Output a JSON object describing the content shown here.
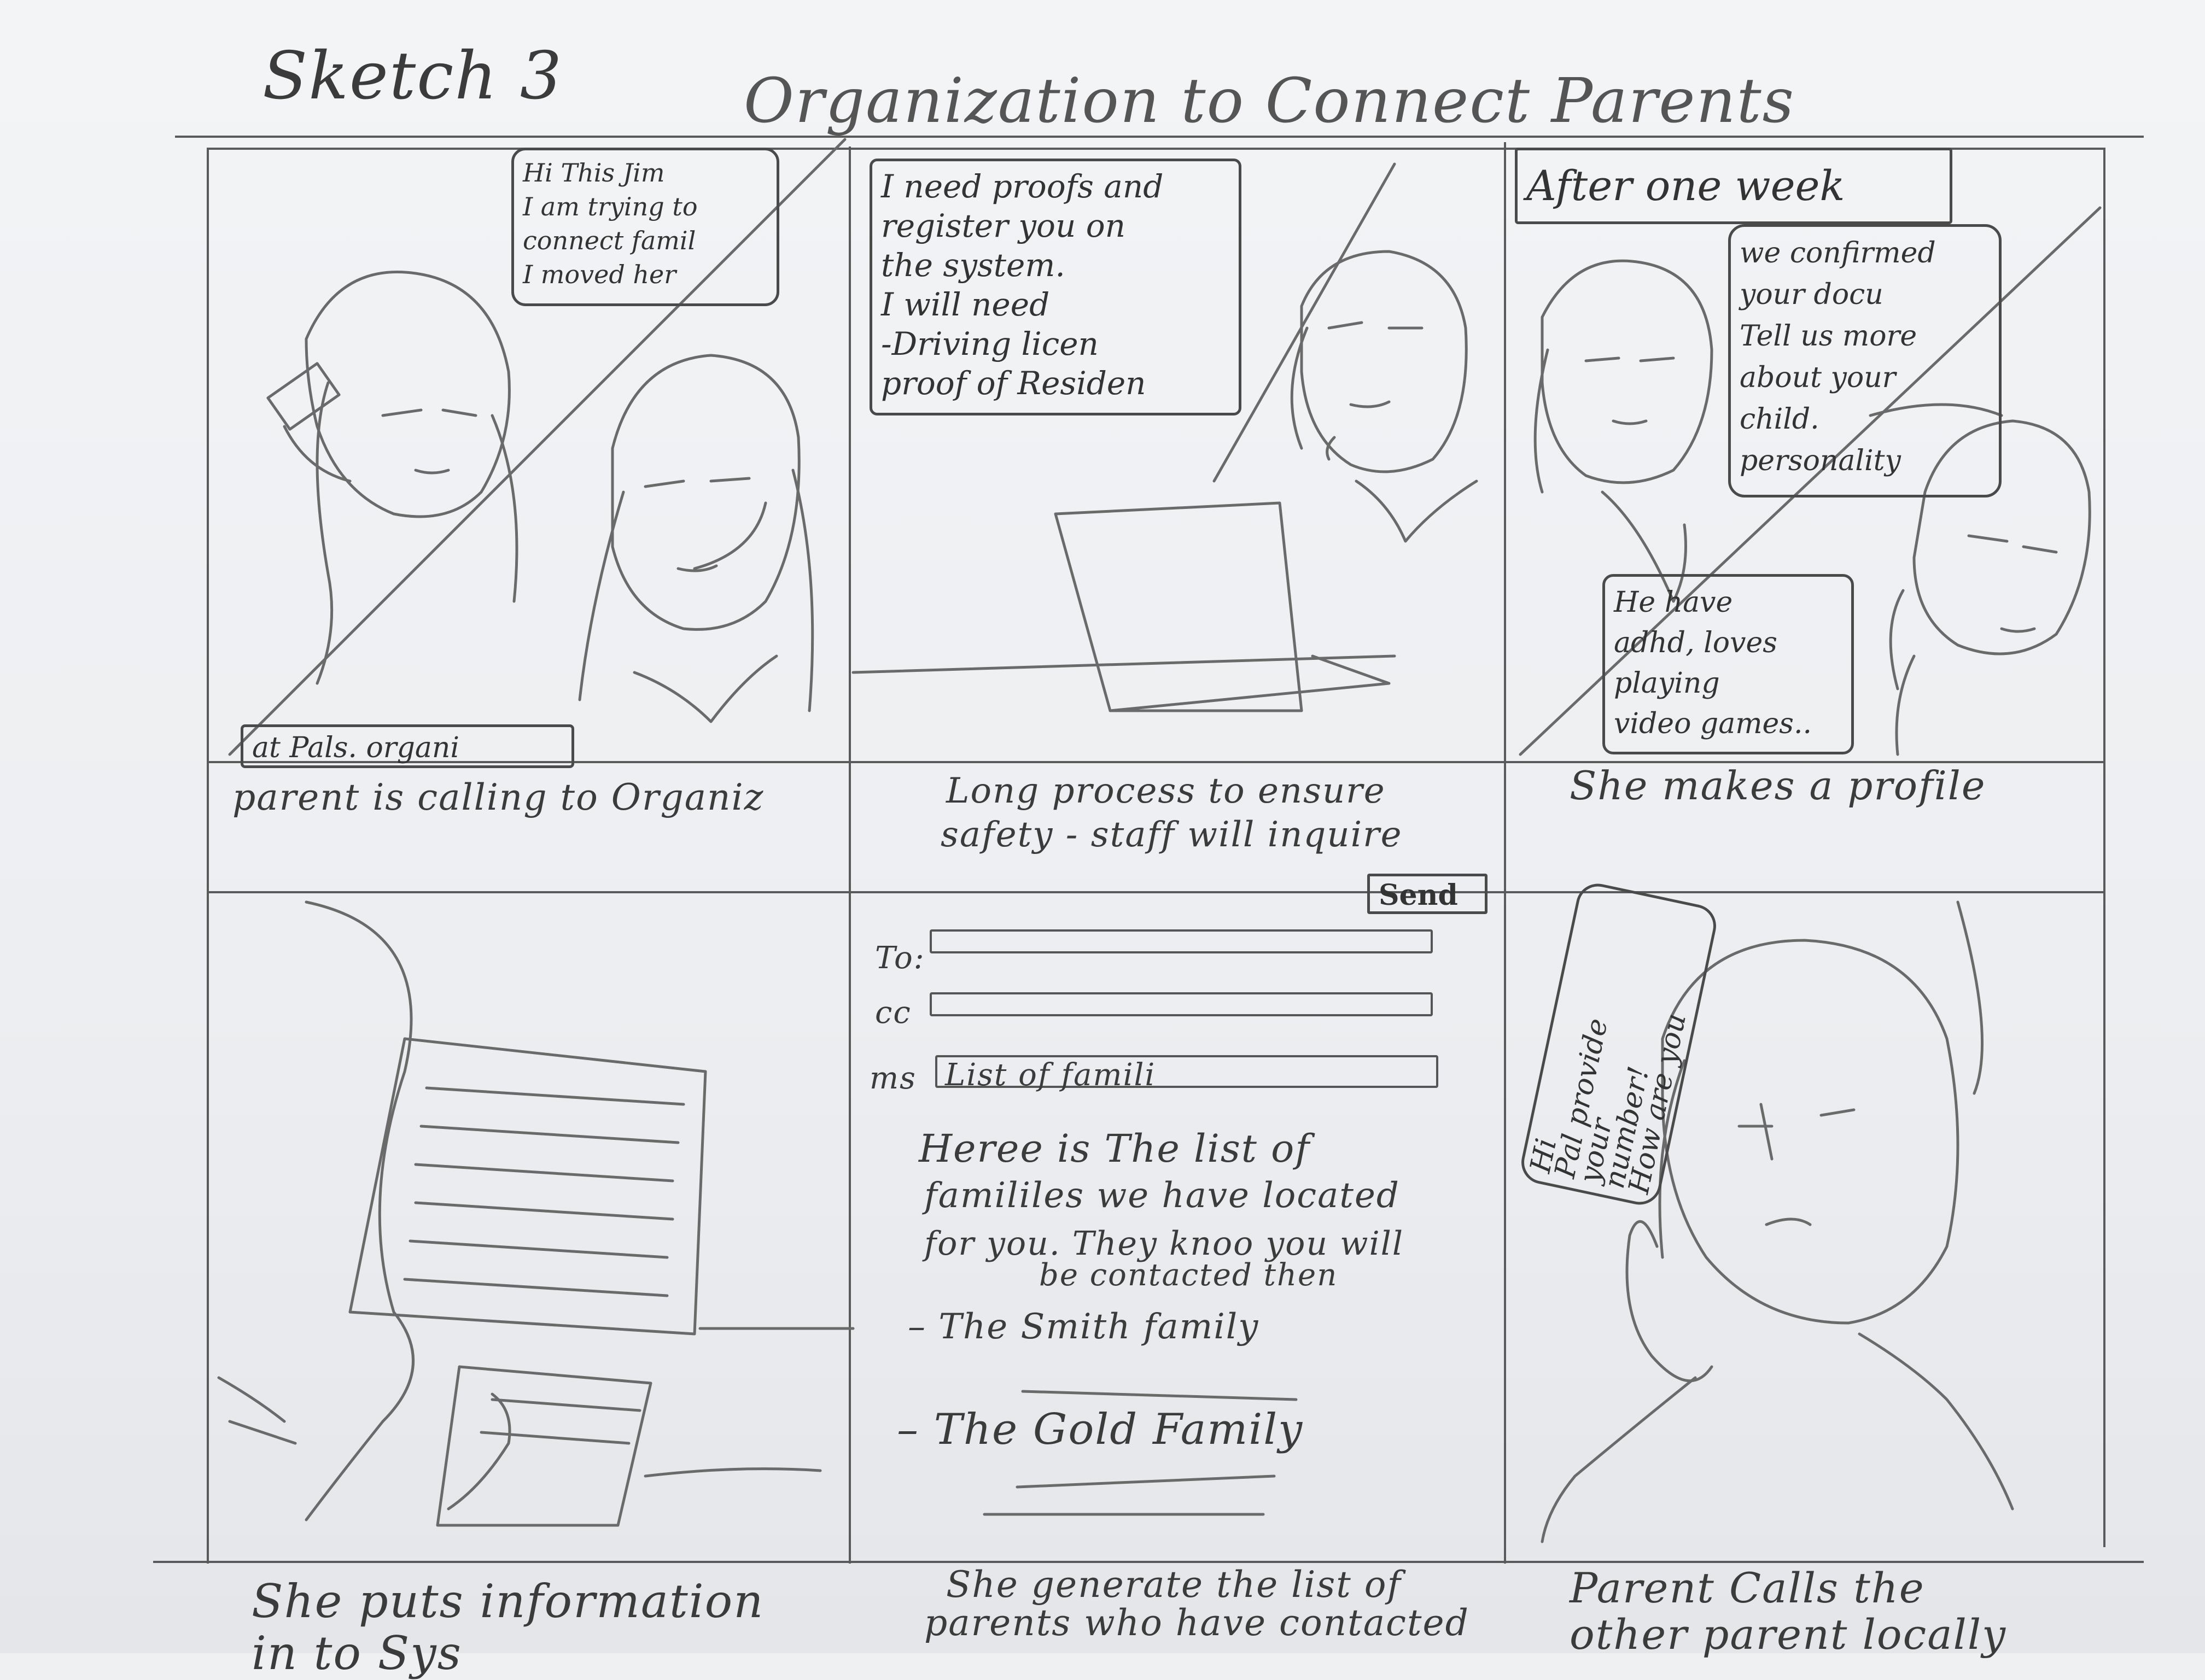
{
  "header": {
    "sketch_label": "Sketch 3",
    "title": "Organization to Connect Parents"
  },
  "panels": [
    {
      "bubble": [
        "Hi This Jim",
        "I am trying to",
        "connect famil",
        "I moved her"
      ],
      "tag": "at Pals. organi",
      "caption": [
        "parent is calling to Organiz"
      ]
    },
    {
      "bubble": [
        "I need proofs and",
        "register you on",
        "the system.",
        "I will need",
        "-Driving licen",
        "proof of Residen"
      ],
      "caption": [
        "Long process to ensure",
        "safety - staff will inquire"
      ]
    },
    {
      "banner": "After one week",
      "bubble_top": [
        "we confirmed",
        "your docu",
        "Tell us more",
        "about your",
        "child.",
        "personality"
      ],
      "bubble_bottom": [
        "He have",
        "adhd, loves",
        "playing",
        "video games.."
      ],
      "caption": [
        "She makes a profile"
      ]
    },
    {
      "caption": [
        "She puts information",
        "in to Sys"
      ]
    },
    {
      "send_label": "Send",
      "to_label": "To:",
      "cc_label": "cc",
      "ms_label": "ms",
      "subject_value": "List of famili",
      "body_lines": [
        "Heree is The list of",
        "famililes we have located",
        "for you. They knoo you will",
        "be contacted then"
      ],
      "list": [
        "The Smith family",
        "The Gold Family"
      ],
      "caption": [
        "She generate the list of",
        "parents who have contacted"
      ]
    },
    {
      "bubble": [
        "Hi",
        "Pal provide",
        "your",
        "number!",
        "How are you"
      ],
      "caption": [
        "Parent Calls the",
        "other parent locally"
      ]
    }
  ]
}
